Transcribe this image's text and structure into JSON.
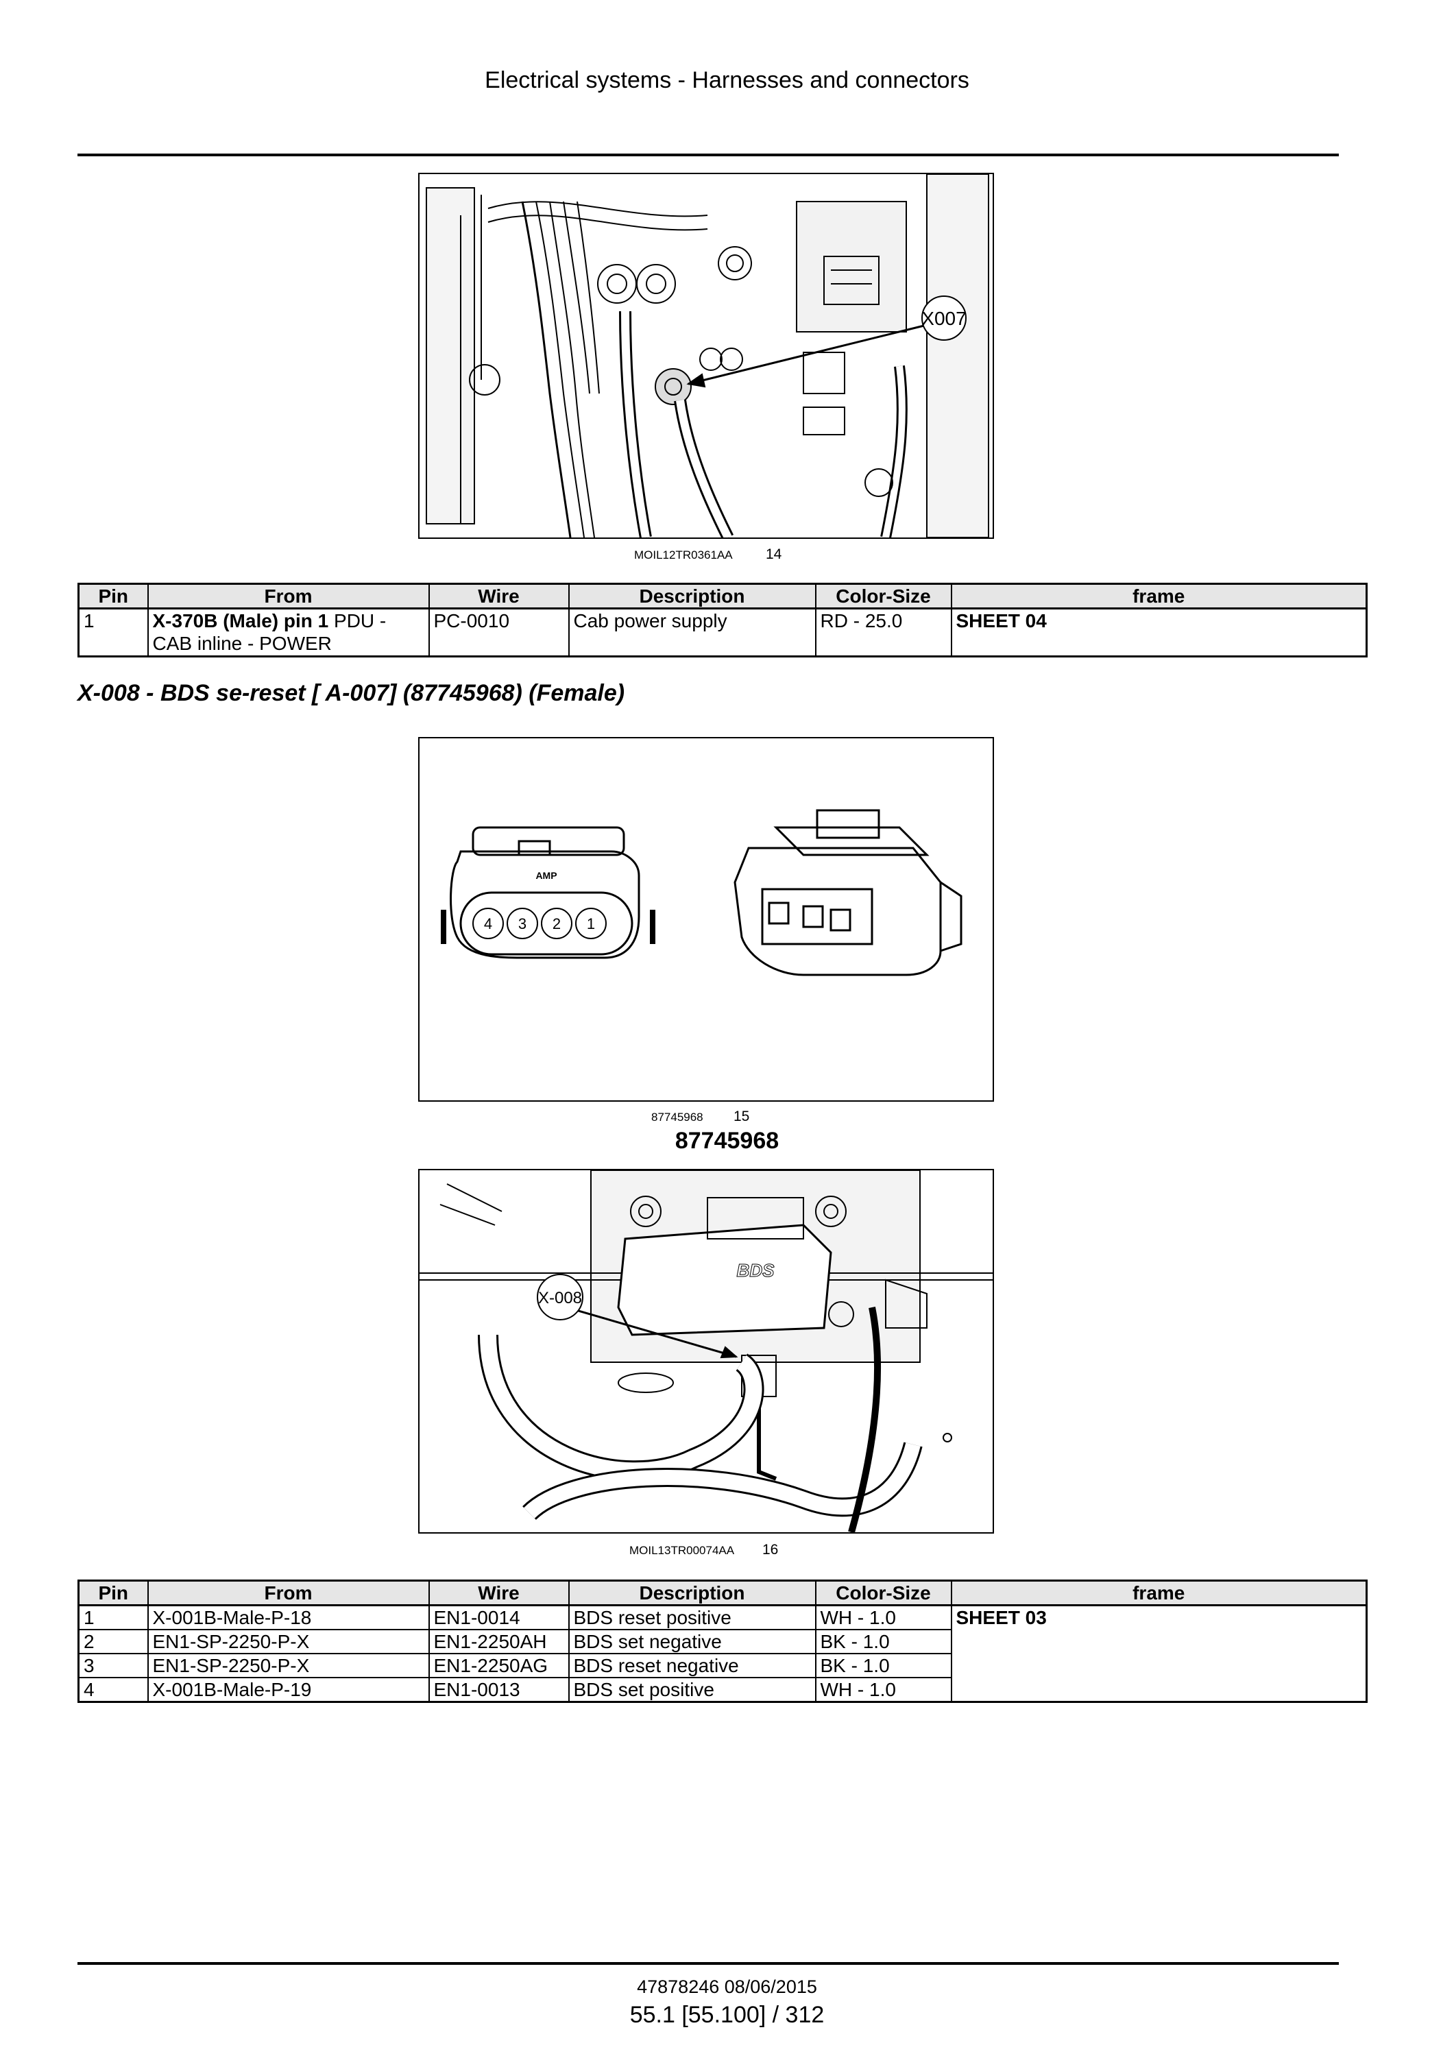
{
  "header": {
    "title": "Electrical systems - Harnesses and connectors"
  },
  "figure1": {
    "code": "MOIL12TR0361AA",
    "number": "14",
    "callout": "X007"
  },
  "table1": {
    "headers": [
      "Pin",
      "From",
      "Wire",
      "Description",
      "Color-Size",
      "frame"
    ],
    "rows": [
      {
        "pin": "1",
        "from_bold": "X-370B (Male) pin 1",
        "from_rest": " PDU - CAB inline - POWER",
        "wire": "PC-0010",
        "description": "Cab power supply",
        "color_size": "RD - 25.0",
        "frame": "SHEET 04"
      }
    ]
  },
  "section": {
    "title": "X-008 - BDS se-reset [ A-007] (87745968) (Female)"
  },
  "figure2": {
    "code": "87745968",
    "number": "15",
    "pins": [
      "4",
      "3",
      "2",
      "1"
    ],
    "brand": "AMP"
  },
  "part_label": "87745968",
  "figure3": {
    "code": "MOIL13TR00074AA",
    "number": "16",
    "callout": "X-008",
    "module_label": "BDS"
  },
  "table2": {
    "headers": [
      "Pin",
      "From",
      "Wire",
      "Description",
      "Color-Size",
      "frame"
    ],
    "rows": [
      {
        "pin": "1",
        "from": "X-001B-Male-P-18",
        "wire": "EN1-0014",
        "description": "BDS reset positive",
        "color_size": "WH - 1.0"
      },
      {
        "pin": "2",
        "from": "EN1-SP-2250-P-X",
        "wire": "EN1-2250AH",
        "description": "BDS set negative",
        "color_size": "BK - 1.0"
      },
      {
        "pin": "3",
        "from": "EN1-SP-2250-P-X",
        "wire": "EN1-2250AG",
        "description": "BDS reset negative",
        "color_size": "BK - 1.0"
      },
      {
        "pin": "4",
        "from": "X-001B-Male-P-19",
        "wire": "EN1-0013",
        "description": "BDS set positive",
        "color_size": "WH - 1.0"
      }
    ],
    "frame": "SHEET 03"
  },
  "footer": {
    "doc_code": "47878246 08/06/2015",
    "page": "55.1 [55.100] / 312"
  }
}
